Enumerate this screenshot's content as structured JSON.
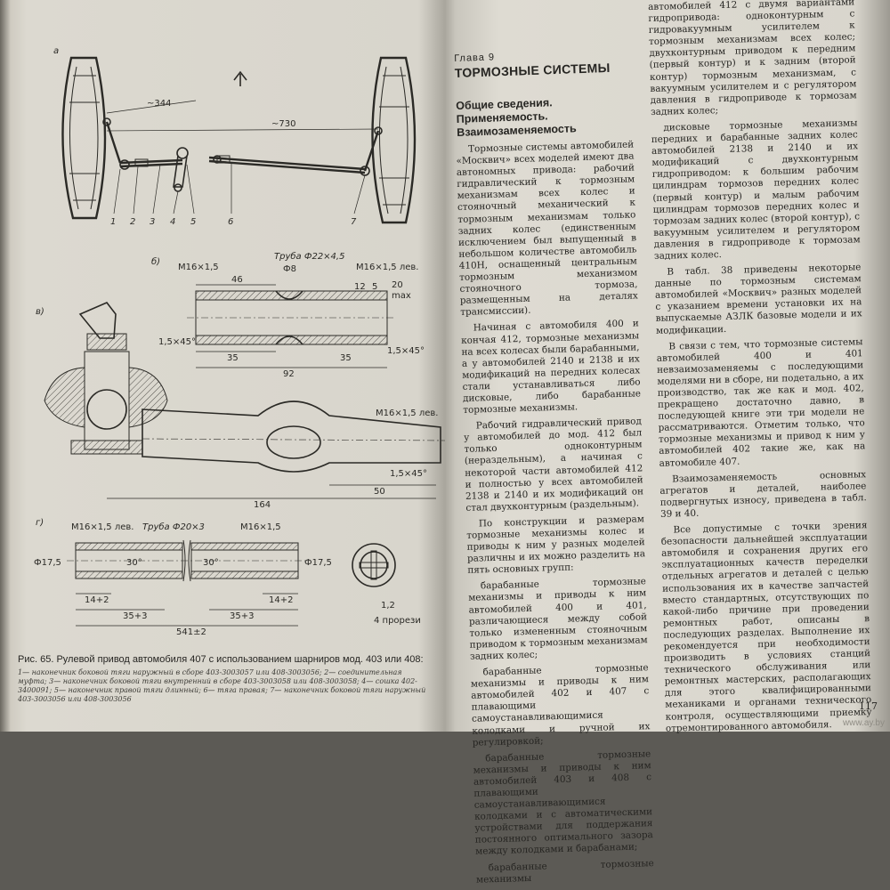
{
  "left_page": {
    "figure": {
      "panel_a": {
        "letter": "а",
        "dims": [
          "~344",
          "~730"
        ],
        "numbers": [
          "1",
          "2",
          "3",
          "4",
          "5",
          "6",
          "7"
        ]
      },
      "panel_b": {
        "letter": "б)",
        "labels": [
          "M16×1,5",
          "Труба Ф22×4,5",
          "Ф8",
          "M16×1,5 лев.",
          "46",
          "12",
          "5",
          "20",
          "max",
          "1,5×45°",
          "35",
          "92",
          "35",
          "1,5×45°"
        ]
      },
      "panel_v": {
        "letter": "в)",
        "labels": [
          "M16×1,5 лев.",
          "1,5×45°",
          "50",
          "164"
        ]
      },
      "panel_g": {
        "letter": "г)",
        "labels": [
          "M16×1,5 лев.",
          "Труба Ф20×3",
          "M16×1,5",
          "Ф17,5",
          "Ф17,5",
          "30°",
          "30°",
          "14+2",
          "14+2",
          "35+3",
          "35+3",
          "541±2",
          "1,2",
          "4 прорези"
        ]
      }
    },
    "caption": {
      "main": "Рис. 65. Рулевой привод автомобиля 407 с использованием шарниров мод. 403 или 408:",
      "legend": "1— наконечник боковой тяги наружный в сборе 403-3003057 или 408-3003056; 2— соединительная муфта; 3— наконечник боковой тяги внутренний в сборе 403-3003058 или 408-3003058; 4— сошка 402-3400091; 5— наконечник правой тяги длинный; 6— тяга правая; 7— наконечник боковой тяги наружный 403-3003056 или 408-3003056"
    }
  },
  "right_page": {
    "chapter_num": "Глава 9",
    "chapter_title": "ТОРМОЗНЫЕ СИСТЕМЫ",
    "section_title": "Общие сведения. Применяемость. Взаимозаменяемость",
    "col1": [
      "Тормозные системы автомобилей «Москвич» всех моделей имеют два автономных привода: рабочий гидравлический к тормозным механизмам всех колес и стояночный механический к тормозным механизмам только задних колес (единственным исключением был выпущенный в небольшом количестве автомобиль 410Н, оснащенный центральным тормозным механизмом стояночного тормоза, размещенным на деталях трансмиссии).",
      "Начиная с автомобиля 400 и кончая 412, тормозные механизмы на всех колесах были барабанными, а у автомобилей 2140 и 2138 и их модификаций на передних колесах стали устанавливаться либо дисковые, либо барабанные тормозные механизмы.",
      "Рабочий гидравлический привод у автомобилей до мод. 412 был только одноконтурным (нераздельным), а начиная с некоторой части автомобилей 412 и полностью у всех автомобилей 2138 и 2140 и их модификаций он стал двухконтурным (раздельным).",
      "По конструкции и размерам тормозные механизмы колес и приводы к ним у разных моделей различны и их можно разделить на пять основных групп:",
      "барабанные тормозные механизмы и приводы к ним автомобилей 400 и 401, различающиеся между собой только измененным стояночным приводом к тормозным механизмам задних колес;",
      "барабанные тормозные механизмы и приводы к ним автомобилей 402 и 407 с плавающими самоустанавливающимися колодками и ручной их регулировкой;",
      "барабанные тормозные механизмы и приводы к ним автомобилей 403 и 408 с плавающими самоустанавливающимися колодками и с автоматическими устройствами для поддержания постоянного оптимального зазора между колодками и барабанами;",
      "барабанные тормозные механизмы"
    ],
    "col2": [
      "автомобилей 412 с двумя вариантами гидропривода: одноконтурным с гидровакуумным усилителем к тормозным механизмам всех колес; двухконтурным приводом к передним (первый контур) и к задним (второй контур) тормозным механизмам, с вакуумным усилителем и с регулятором давления в гидроприводе к тормозам задних колес;",
      "дисковые тормозные механизмы передних и барабанные задних колес автомобилей 2138 и 2140 и их модификаций с двухконтурным гидроприводом: к большим рабочим цилиндрам тормозов передних колес (первый контур) и малым рабочим цилиндрам тормозов передних колес и тормозам задних колес (второй контур), с вакуумным усилителем и регулятором давления в гидроприводе к тормозам задних колес.",
      "В табл. 38 приведены некоторые данные по тормозным системам автомобилей «Москвич» разных моделей с указанием времени установки их на выпускаемые АЗЛК базовые модели и их модификации.",
      "В связи с тем, что тормозные системы автомобилей 400 и 401 невзаимозаменяемы с последующими моделями ни в сборе, ни подетально, а их производство, так же как и мод. 402, прекращено достаточно давно, в последующей книге эти три модели не рассматриваются. Отметим только, что тормозные механизмы и привод к ним у автомобилей 402 такие же, как на автомобиле 407.",
      "Взаимозаменяемость основных агрегатов и деталей, наиболее подвергнутых износу, приведена в табл. 39 и 40.",
      "Все допустимые с точки зрения безопасности дальнейшей эксплуатации автомобиля и сохранения других его эксплуатационных качеств переделки отдельных агрегатов и деталей с целью использования их в качестве запчастей вместо стандартных, отсутствующих по какой-либо причине при проведении ремонтных работ, описаны в последующих разделах. Выполнение их рекомендуется при необходимости производить в условиях станций технического обслуживания или ремонтных мастерских, располагающих для этого квалифицированными механиками и органами технического контроля, осуществляющими приемку отремонтированного автомобиля."
    ],
    "page_number": "117",
    "watermark": "www.ay.by"
  }
}
